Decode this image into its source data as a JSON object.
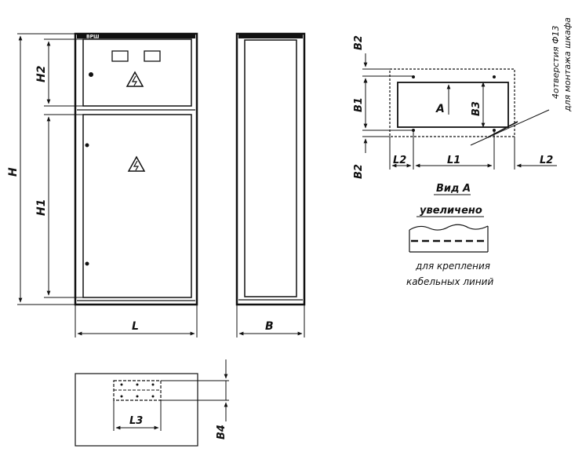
{
  "front_view": {
    "dim_H": "H",
    "dim_H1": "H1",
    "dim_H2": "H2",
    "dim_L": "L",
    "nameplate": "ВРШ"
  },
  "side_view": {
    "dim_B": "B"
  },
  "view_a": {
    "dim_B1": "B1",
    "dim_B2_top": "B2",
    "dim_B2_bottom": "B2",
    "dim_B3": "B3",
    "dim_L1": "L1",
    "dim_L2_left": "L2",
    "dim_L2_right": "L2",
    "marker_A": "A",
    "holes_note_line1": "4отверстия Ф13",
    "holes_note_line2": "для монтажа шкафа",
    "title": "Вид А",
    "subtitle": "увеличено"
  },
  "cable_detail": {
    "caption_line1": "для крепления",
    "caption_line2": "кабельных линий"
  },
  "bottom_view": {
    "dim_L3": "L3",
    "dim_B4": "B4"
  }
}
